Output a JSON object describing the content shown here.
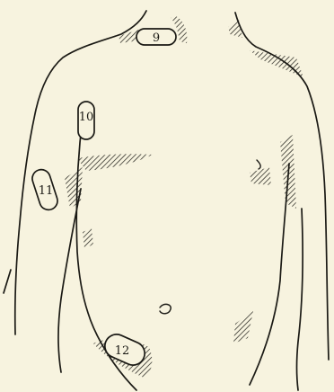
{
  "figure": {
    "background": "#f7f3df",
    "ink": "#1b1a15",
    "labels": [
      {
        "id": "9",
        "text": "9"
      },
      {
        "id": "10",
        "text": "10"
      },
      {
        "id": "11",
        "text": "11"
      },
      {
        "id": "12",
        "text": "12"
      }
    ]
  }
}
